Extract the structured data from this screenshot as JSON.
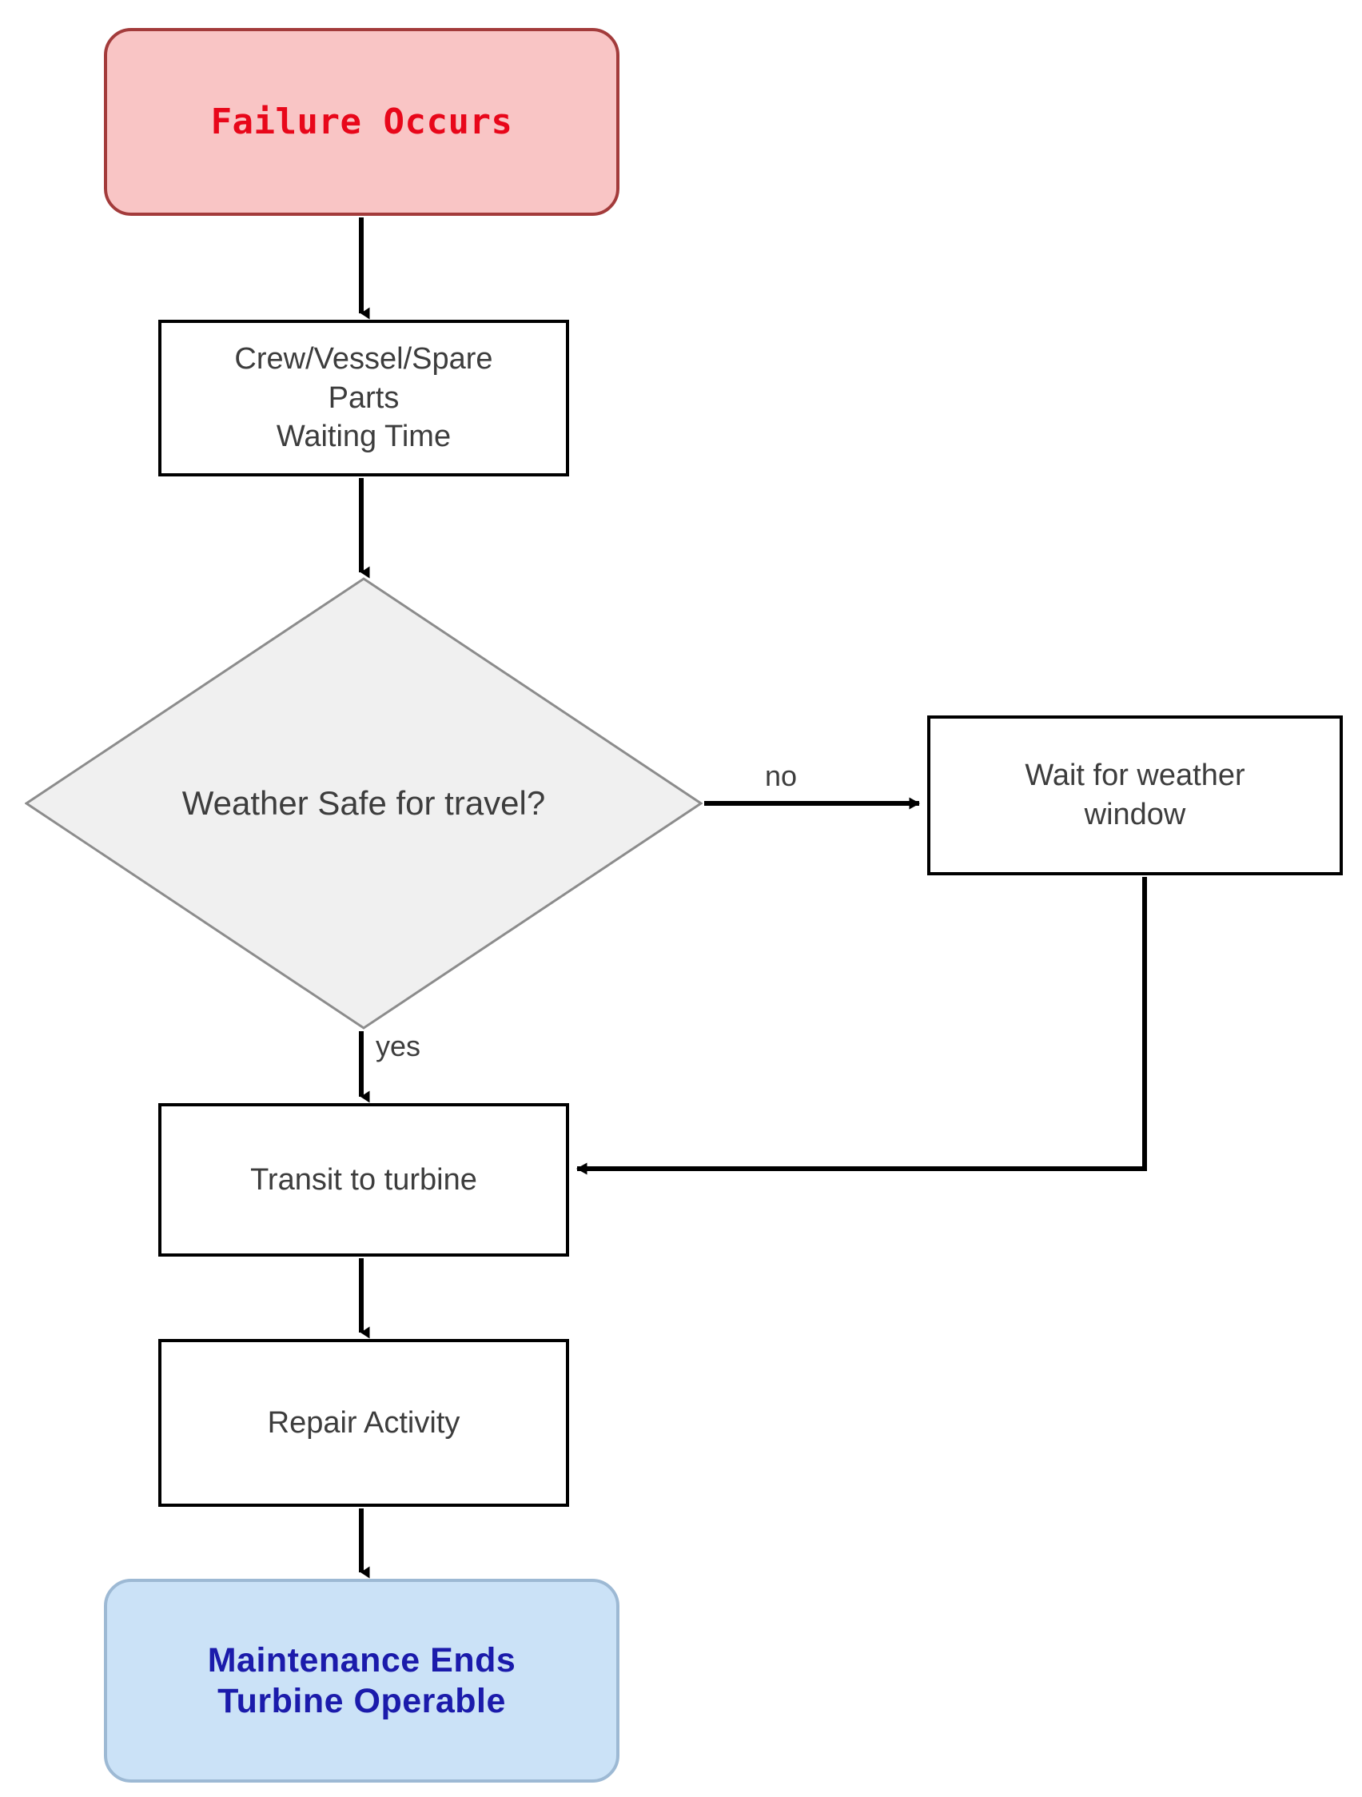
{
  "diagram": {
    "type": "flowchart",
    "orientation": "top-to-bottom",
    "background_color": "#ffffff",
    "nodes": [
      {
        "id": "failure",
        "shape": "terminator",
        "label": "Failure Occurs",
        "fill": "#f9c5c5",
        "border": "#a33b3b",
        "text_color": "#e8071a"
      },
      {
        "id": "waiting_time",
        "shape": "process",
        "label_line_1": "Crew/Vessel/Spare",
        "label_line_2": "Parts",
        "label_line_3": "Waiting Time",
        "fill": "#ffffff",
        "border": "#000000",
        "text_color": "#3d3d3d"
      },
      {
        "id": "weather_decision",
        "shape": "decision",
        "label": "Weather Safe for travel?",
        "fill": "#f0f0f0",
        "border": "#8c8c8c",
        "text_color": "#3d3d3d"
      },
      {
        "id": "wait_window",
        "shape": "process",
        "label_line_1": "Wait for weather",
        "label_line_2": "window",
        "fill": "#ffffff",
        "border": "#000000",
        "text_color": "#3d3d3d"
      },
      {
        "id": "transit",
        "shape": "process",
        "label": "Transit to turbine",
        "fill": "#ffffff",
        "border": "#000000",
        "text_color": "#3d3d3d"
      },
      {
        "id": "repair",
        "shape": "process",
        "label": "Repair Activity",
        "fill": "#ffffff",
        "border": "#000000",
        "text_color": "#3d3d3d"
      },
      {
        "id": "maintenance_ends",
        "shape": "terminator",
        "label_line_1": "Maintenance Ends",
        "label_line_2": "Turbine Operable",
        "fill": "#cbe2f7",
        "border": "#9db9d4",
        "text_color": "#1b1bab"
      }
    ],
    "edges": [
      {
        "from": "failure",
        "to": "waiting_time",
        "label": ""
      },
      {
        "from": "waiting_time",
        "to": "weather_decision",
        "label": ""
      },
      {
        "from": "weather_decision",
        "to": "wait_window",
        "label": "no"
      },
      {
        "from": "weather_decision",
        "to": "transit",
        "label": "yes"
      },
      {
        "from": "wait_window",
        "to": "transit",
        "label": ""
      },
      {
        "from": "transit",
        "to": "repair",
        "label": ""
      },
      {
        "from": "repair",
        "to": "maintenance_ends",
        "label": ""
      }
    ],
    "edge_labels": {
      "no": "no",
      "yes": "yes"
    },
    "edge_color": "#000000"
  }
}
